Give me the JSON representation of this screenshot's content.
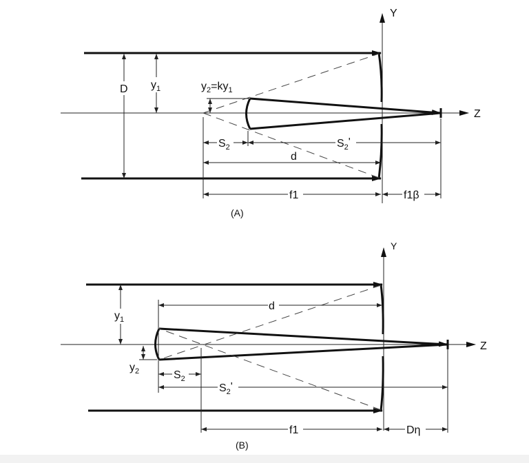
{
  "panel_a": {
    "caption": "(A)",
    "axis_y": "Y",
    "axis_z": "Z",
    "D": "D",
    "y1": {
      "base": "y",
      "sub": "1"
    },
    "y2_eq": {
      "b1": "y",
      "s1": "2",
      "mid": "=ky",
      "s2": "1"
    },
    "S2": {
      "base": "S",
      "sub": "2"
    },
    "S2p": {
      "base": "S",
      "sub": "2",
      "prime": "'"
    },
    "d": "d",
    "f1": "f1",
    "f1beta": "f1β"
  },
  "panel_b": {
    "caption": "(B)",
    "axis_y": "Y",
    "axis_z": "Z",
    "y1": {
      "base": "y",
      "sub": "1"
    },
    "y2": {
      "base": "y",
      "sub": "2"
    },
    "S2": {
      "base": "S",
      "sub": "2"
    },
    "S2p": {
      "base": "S",
      "sub": "2",
      "prime": "'"
    },
    "d": "d",
    "f1": "f1",
    "Deta": "Dη"
  }
}
